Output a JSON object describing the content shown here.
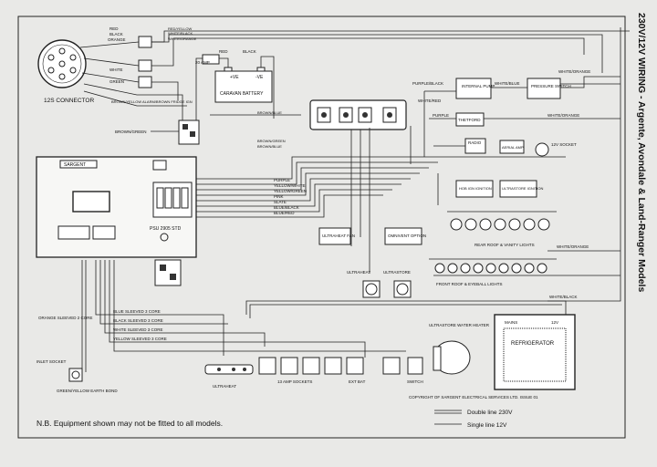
{
  "side_title": "230V/12V WIRING - Argente, Avondale & Land-Ranger Models",
  "components": {
    "connector_12s": "12S CONNECTOR",
    "caravan_battery": "CARAVAN BATTERY",
    "battery_pos": "+VE",
    "battery_neg": "-VE",
    "fuse_20a": "20 AMP",
    "psu_label": "PSU 2905 STD",
    "psu_brand": "SARGENT",
    "internal_pump": "INTERNAL PUMP",
    "pressure_switch": "PRESSURE SWITCH",
    "thetford": "THETFORD",
    "radio": "RADIO",
    "aerial_amp": "AERIAL AMP",
    "socket_12v": "12V SOCKET",
    "hob_ignition": "HOB IGN IGNITION",
    "ultrastore_ignition": "ULTRASTORE IGNITION",
    "ultraheat_fan": "ULTRAHEAT FAN",
    "ommivent_option": "OMNIVENT OPTION",
    "rear_roof_lights": "REAR ROOF & VANITY LIGHTS",
    "front_roof_lights": "FRONT ROOF & EYEBALL LIGHTS",
    "ultraheat_switch": "ULTRAHEAT",
    "ultrastore_switch": "ULTRASTORE",
    "ultrastore_water_heater": "ULTRASTORE WATER HEATER",
    "refrigerator": "REFRIGERATOR",
    "fridge_mains": "MAINS",
    "fridge_12v": "12V",
    "ultraheat": "ULTRAHEAT",
    "sockets_13a": "13 AMP SOCKETS",
    "ext_bat": "EXT BAT",
    "switch": "SWITCH",
    "inlet_socket": "INLET SOCKET",
    "earth_bond": "GREEN/YELLOW EARTH BOND",
    "orange_sleeved": "ORANGE SLEEVED 2 CORE"
  },
  "wire_labels": {
    "red": "RED",
    "black": "BLACK",
    "orange": "ORANGE",
    "white": "WHITE",
    "green": "GREEN",
    "brown_yellow": "BROWN/YELLOW ALARM/BROWN FRIDGE IGN",
    "brown_green": "BROWN/GREEN",
    "brown_blue": "BROWN/BLUE",
    "red_yellow": "RED/YELLOW",
    "white_black": "WHITE/BLACK",
    "white_orange_top": "WHITE/ORANGE",
    "purple_black": "PURPLE/BLACK",
    "white_red": "WHITE/RED",
    "white_blue": "WHITE/BLUE",
    "white_orange_pump": "WHITE/ORANGE",
    "purple": "PURPLE",
    "white_orange_thetford": "WHITE/ORANGE",
    "purple_main": "PURPLE",
    "yellow_white": "YELLOW/WHITE",
    "yellow_green": "YELLOW/GREEN",
    "pink": "PINK",
    "slate": "SLATE",
    "blue_black": "BLUE/BLACK",
    "blue_red": "BLUE/RED",
    "white_orange_lights": "WHITE/ORANGE",
    "white_black_fridge": "WHITE/BLACK",
    "blue_sleeved": "BLUE SLEEVED 3 CORE",
    "black_sleeved": "BLACK SLEEVED 3 CORE",
    "white_sleeved": "WHITE SLEEVED 3 CORE",
    "yellow_sleeved": "YELLOW SLEEVED 3 CORE"
  },
  "legend": {
    "double": "Double line 230V",
    "single": "Single line 12V"
  },
  "copyright": "COPYRIGHT OF SARGENT ELECTRICAL SERVICES LTD. ISSUE 01",
  "note": "N.B. Equipment shown may not be fitted to all models."
}
